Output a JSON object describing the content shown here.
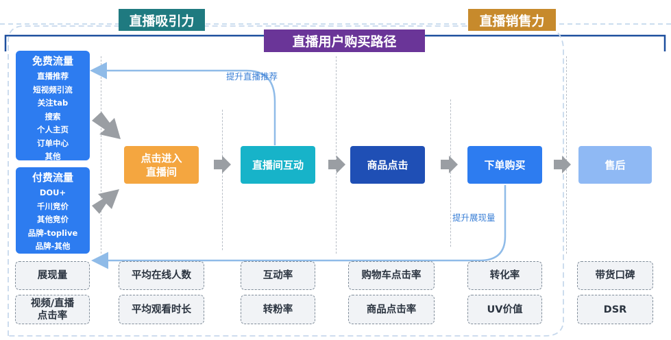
{
  "banners": {
    "attraction": "直播吸引力",
    "sales": "直播销售力",
    "path": "直播用户购买路径"
  },
  "traffic": {
    "free": {
      "title": "免费流量",
      "items": [
        "直播推荐",
        "短视频引流",
        "关注tab",
        "搜索",
        "个人主页",
        "订单中心",
        "其他"
      ]
    },
    "paid": {
      "title": "付费流量",
      "items": [
        "DOU+",
        "千川竞价",
        "其他竞价",
        "品牌-toplive",
        "品牌-其他"
      ]
    }
  },
  "steps": [
    {
      "label": "点击进入\n直播间",
      "color": "#f4a640"
    },
    {
      "label": "直播间互动",
      "color": "#17b3c9"
    },
    {
      "label": "商品点击",
      "color": "#1f4fb5"
    },
    {
      "label": "下单购买",
      "color": "#2d7cf0"
    },
    {
      "label": "售后",
      "color": "#8fb9f4"
    }
  ],
  "feedback": {
    "top": "提升直播推荐",
    "bottom": "提升展现量"
  },
  "metrics": [
    [
      "展现量",
      "视频/直播\n点击率"
    ],
    [
      "平均在线人数",
      "平均观看时长"
    ],
    [
      "互动率",
      "转粉率"
    ],
    [
      "购物车点击率",
      "商品点击率"
    ],
    [
      "转化率",
      "UV价值"
    ],
    [
      "带货口碑",
      "DSR"
    ]
  ],
  "colors": {
    "attraction": "#1f7a80",
    "sales": "#c78a2c",
    "path": "#6a3598",
    "traffic": "#2d7cf0",
    "feedback": "#8fbbe8"
  }
}
